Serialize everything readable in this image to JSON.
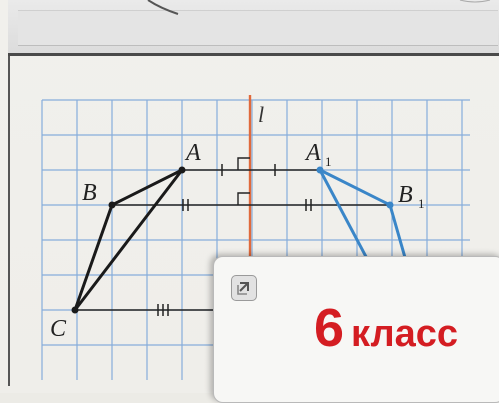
{
  "figure": {
    "points": {
      "A": "A",
      "B": "B",
      "C": "C",
      "A1": "A",
      "A1_sub": "1",
      "B1": "B",
      "B1_sub": "1"
    },
    "axis_label": "l"
  },
  "card": {
    "icon": "expand-icon",
    "grade_number": "6",
    "grade_word": "класс"
  },
  "colors": {
    "grid": "#7fa8d6",
    "axis": "#e06a3c",
    "original_triangle": "#1a1a1a",
    "reflected_triangle": "#3a86c8",
    "title": "#d41d22"
  }
}
